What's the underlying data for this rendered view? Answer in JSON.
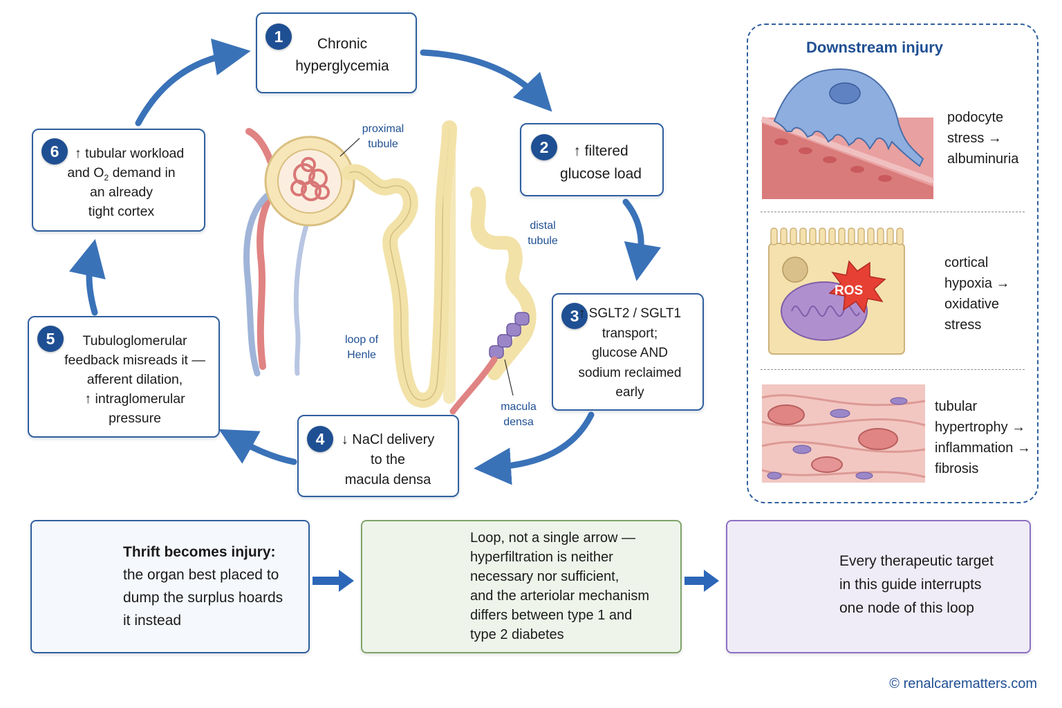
{
  "cycle": {
    "steps": [
      {
        "num": "1",
        "text": "Chronic\nhyperglycemia"
      },
      {
        "num": "2",
        "text": "↑ filtered\nglucose load"
      },
      {
        "num": "3",
        "text": "↑ SGLT2 / SGLT1\ntransport;\nglucose AND\nsodium reclaimed\nearly"
      },
      {
        "num": "4",
        "text": "↓ NaCl delivery\nto the\nmacula densa"
      },
      {
        "num": "5",
        "text": "Tubuloglomerular\nfeedback misreads it —\nafferent dilation,\n↑ intraglomerular\npressure"
      },
      {
        "num": "6",
        "text_l1": "↑ tubular workload",
        "text_l2a": "and O",
        "text_l2sub": "2",
        "text_l2b": " demand in",
        "text_rest": "an already\ntight cortex"
      }
    ]
  },
  "anatomy": {
    "proximal": "proximal\ntubule",
    "distal": "distal\ntubule",
    "loop": "loop of\nHenle",
    "macula": "macula\ndensa"
  },
  "downstream": {
    "title": "Downstream injury",
    "items": [
      {
        "text": "podocyte\nstress →\nalbuminuria"
      },
      {
        "text": "cortical\nhypoxia →\noxidative\nstress",
        "badge": "ROS"
      },
      {
        "text": "tubular\nhypertrophy →\ninflammation →\nfibrosis"
      }
    ]
  },
  "bottom": {
    "box1_bold": "Thrift becomes injury:",
    "box1_text": "the organ best placed to\ndump the surplus hoards\nit instead",
    "box2_text": "Loop, not a single arrow —\nhyperfiltration is neither\nnecessary nor sufficient,\nand the arteriolar mechanism\ndiffers between type 1 and\ntype 2 diabetes",
    "box3_text": "Every therapeutic target\nin this guide interrupts\none node of this loop"
  },
  "credit": "© renalcarematters.com",
  "colors": {
    "accent": "#1f4f93",
    "arrow": "#3a72b8",
    "green": "#eef4ea",
    "purple": "#f0ecf7"
  }
}
